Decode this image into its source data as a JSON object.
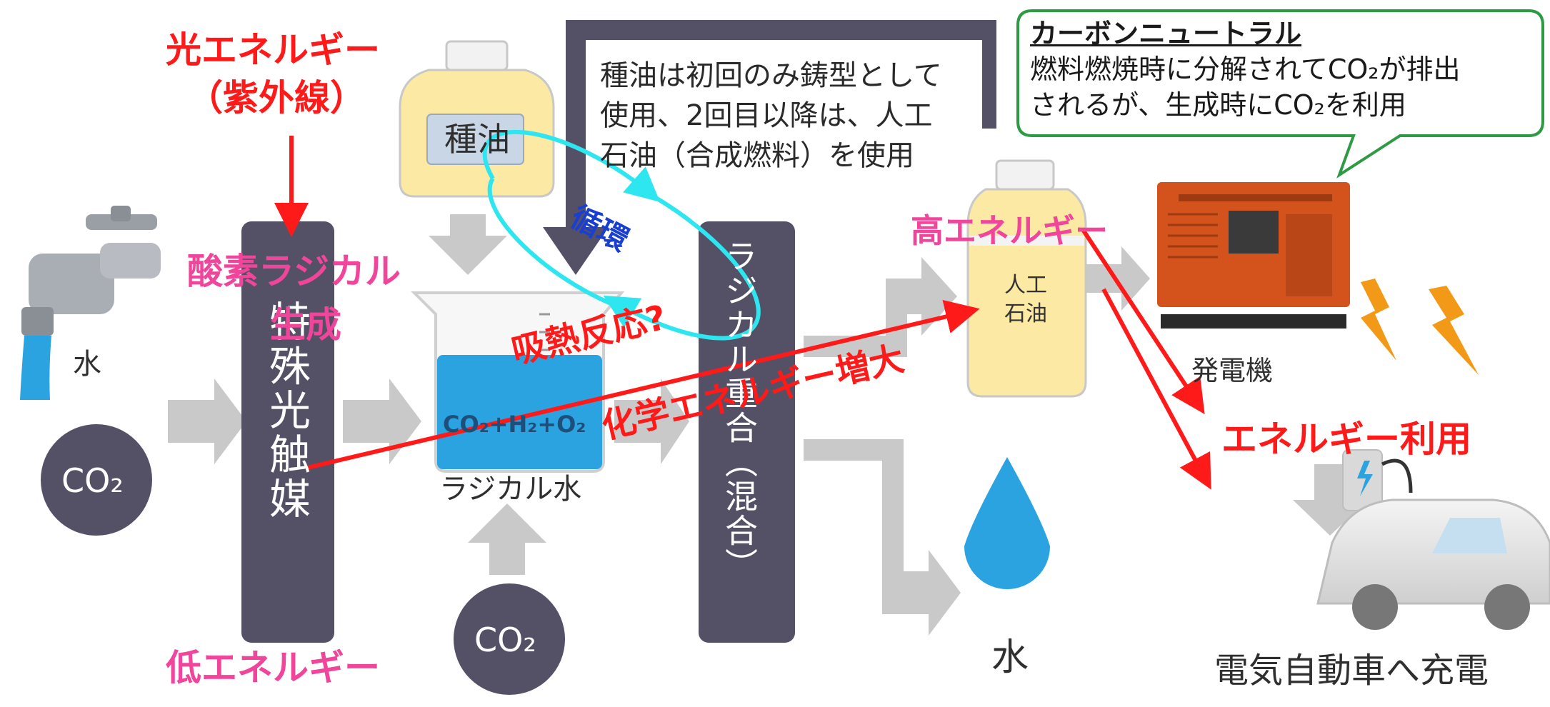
{
  "energy": {
    "light_line1": "光エネルギー",
    "light_line2": "（紫外線）",
    "oxygen_line1": "酸素ラジカル",
    "oxygen_line2": "生成",
    "low": "低エネルギー",
    "high": "高エネルギー",
    "use": "エネルギー利用",
    "endothermic": "吸熱反応?",
    "chem_increase": "化学エネルギー増大",
    "cycle": "循環"
  },
  "inputs": {
    "water": "水",
    "co2_left": "CO₂",
    "co2_bottom": "CO₂"
  },
  "catalyst": {
    "label": "特殊光触媒"
  },
  "seed_oil": {
    "label": "種油"
  },
  "note": {
    "line1": "種油は初回のみ鋳型として",
    "line2": "使用、2回目以降は、人工",
    "line3": "石油（合成燃料）を使用"
  },
  "beaker": {
    "formula": "CO₂+H₂+O₂",
    "label": "ラジカル水"
  },
  "polymerization": {
    "label": "ラジカル重合（混合）"
  },
  "artificial_oil": {
    "line1": "人工",
    "line2": "石油"
  },
  "water_out": {
    "label": "水"
  },
  "carbon_neutral": {
    "title": "カーボンニュートラル",
    "line1": "燃料燃焼時に分解されてCO₂が排出",
    "line2": "されるが、生成時にCO₂を利用"
  },
  "generator": {
    "label": "発電機"
  },
  "ev": {
    "label": "電気自動車へ充電"
  },
  "colors": {
    "red": "#ff1a1a",
    "pink": "#f0459a",
    "cyan": "#2ee6f0",
    "dark_block": "#545166",
    "grey_arrow": "#c9c9c9",
    "bubble_border": "#2e9a44",
    "oil_yellow": "#fbe9a4",
    "water_blue": "#2aa3e0",
    "generator_orange": "#d4521c"
  }
}
